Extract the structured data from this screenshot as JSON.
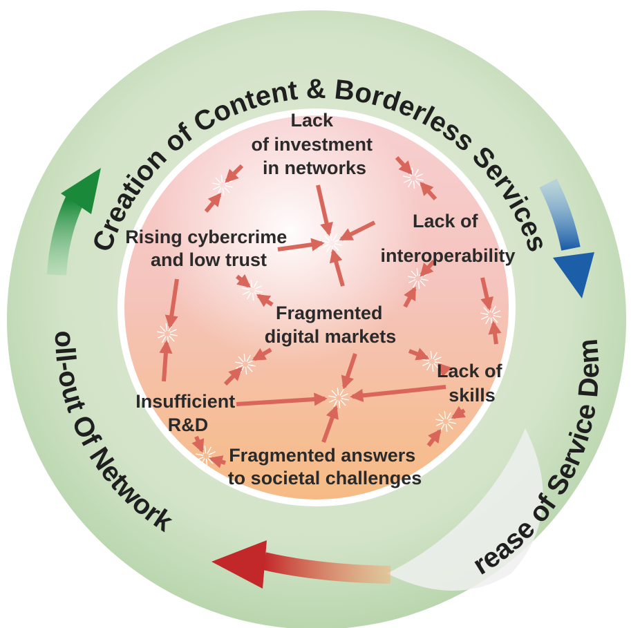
{
  "outer_ring": {
    "top_label": "Creation of Content & Borderless Services",
    "right_label": "Increase of Service Demand",
    "left_label": "Roll-out Of Networks",
    "arrow_colors": {
      "top_left": "#1c8c3c",
      "top_right": "#2a6fb6",
      "bottom": "#c9302c"
    }
  },
  "obstacles": {
    "investment": [
      "Lack",
      "of investment",
      "in networks"
    ],
    "interoperability": [
      "Lack of",
      "interoperability"
    ],
    "cybercrime": [
      "Rising cybercrime",
      "and low trust"
    ],
    "markets": [
      "Fragmented",
      "digital markets"
    ],
    "skills": [
      "Lack of",
      "skills"
    ],
    "research": [
      "Insufficient",
      "R&D"
    ],
    "societal": [
      "Fragmented answers",
      "to societal challenges"
    ]
  },
  "colors": {
    "outer_ring": "#c7dfbe",
    "inner_disc_top": "#f6c7c3",
    "inner_disc_bottom": "#f6bf8e",
    "arrow": "#d9665a"
  }
}
